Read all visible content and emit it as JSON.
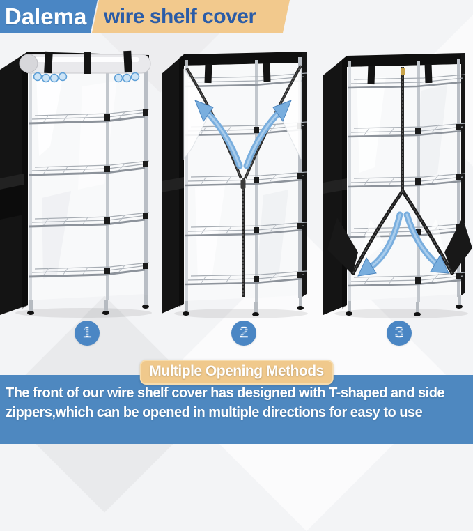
{
  "header": {
    "brand": "Dalema",
    "product": "wire shelf cover"
  },
  "figures": [
    {
      "step": "1",
      "name": "cover closed with rolled-up front panel"
    },
    {
      "step": "2",
      "name": "T-shaped zipper opened from top center to both sides"
    },
    {
      "step": "3",
      "name": "bottom triangle opening with side zippers"
    }
  ],
  "badge": {
    "label": "Multiple Opening Methods"
  },
  "footer": {
    "description": "The front of our wire shelf cover has designed with T-shaped and side zippers,which can be opened in multiple directions for easy to use"
  },
  "colors": {
    "brand_blue": "#4a86c4",
    "deep_blue": "#2b5ca7",
    "peach": "#f2c98d",
    "footer_blue": "#4e88c0",
    "arrow_blue": "#79aede",
    "cover_black": "#141414",
    "background": "#f3f4f6"
  }
}
